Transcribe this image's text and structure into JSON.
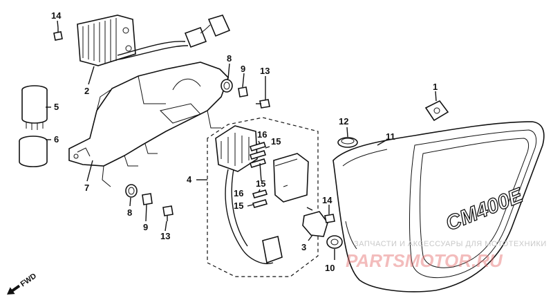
{
  "callouts": {
    "c1": "1",
    "c2": "2",
    "c3": "3",
    "c4": "4",
    "c5": "5",
    "c6": "6",
    "c7": "7",
    "c8a": "8",
    "c8b": "8",
    "c9a": "9",
    "c9b": "9",
    "c10": "10",
    "c11": "11",
    "c12": "12",
    "c13a": "13",
    "c13b": "13",
    "c14a": "14",
    "c14b": "14",
    "c15a": "15",
    "c15b": "15",
    "c15c": "15",
    "c16a": "16",
    "c16b": "16"
  },
  "fwd_label": "FWD",
  "cover_emblem": "CM400E",
  "watermark": {
    "caption": "ЗАПЧАСТИ И АКСЕССУАРЫ ДЛЯ МОТОТЕХНИКИ",
    "logo": "PARTSMOTOR.RU"
  },
  "colors": {
    "line": "#111111",
    "background": "#ffffff",
    "watermark_logo": "#e46b6b"
  }
}
